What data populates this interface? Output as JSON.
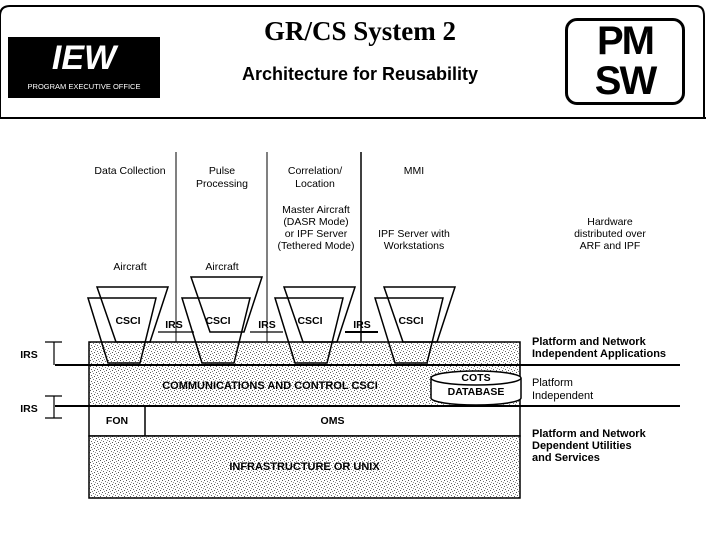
{
  "header": {
    "left_logo": {
      "title": "IEW",
      "subtitle": "PROGRAM EXECUTIVE OFFICE"
    },
    "title": "GR/CS System 2",
    "subtitle": "Architecture for Reusability",
    "right_logo": {
      "line1": "PM",
      "line2": "SW"
    }
  },
  "columns": [
    {
      "function": "Data Collection",
      "platform": "Aircraft",
      "csci": "CSCI"
    },
    {
      "function": "Pulse Processing",
      "platform": "Aircraft",
      "csci": "CSCI"
    },
    {
      "function": "Correlation/ Location",
      "platform": "Master Aircraft (DASR Mode) or IPF Server (Tethered Mode)",
      "csci": "CSCI"
    },
    {
      "function": "MMI",
      "platform": "IPF Server with Workstations",
      "csci": "CSCI"
    }
  ],
  "function_labels": [
    "Data Collection",
    "Pulse",
    "Processing",
    "Correlation/",
    "Location",
    "MMI"
  ],
  "platform_labels": {
    "aircraft1": "Aircraft",
    "aircraft2": "Aircraft",
    "master": [
      "Master Aircraft",
      "(DASR Mode)",
      "or IPF Server",
      "(Tethered Mode)"
    ],
    "ipf": [
      "IPF Server with",
      "Workstations"
    ],
    "hardware": [
      "Hardware",
      "distributed over",
      "ARF and IPF"
    ]
  },
  "csci_labels": [
    "CSCI",
    "CSCI",
    "CSCI",
    "CSCI"
  ],
  "irs_labels": [
    "IRS",
    "IRS",
    "IRS"
  ],
  "left_irs_labels": [
    "IRS",
    "IRS"
  ],
  "layers": {
    "comm_control": "COMMUNICATIONS AND CONTROL CSCI",
    "cots_db": [
      "COTS",
      "DATABASE"
    ],
    "fon": "FON",
    "oms": "OMS",
    "infrastructure": "INFRASTRUCTURE OR UNIX"
  },
  "layer_descriptions": {
    "independent_apps": [
      "Platform and Network",
      "Independent Applications"
    ],
    "platform_independent": [
      "Platform",
      "Independent"
    ],
    "dependent_utilities": [
      "Platform and Network",
      "Dependent Utilities",
      "and Services"
    ]
  }
}
